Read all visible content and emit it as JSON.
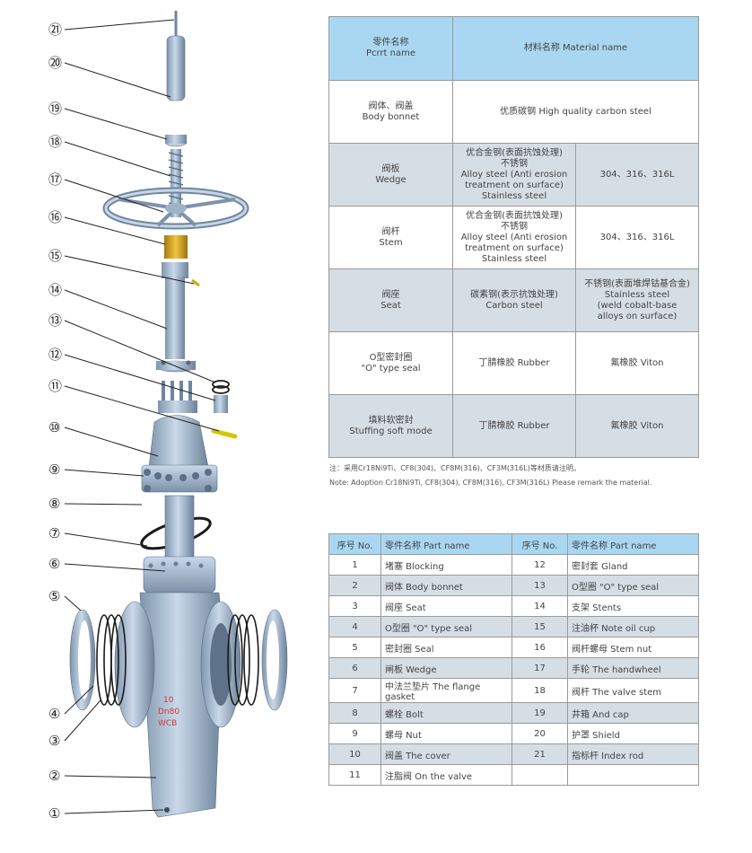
{
  "callouts": [
    "㉑",
    "⑳",
    "⑲",
    "⑱",
    "⑰",
    "⑯",
    "⑮",
    "⑭",
    "⑬",
    "⑫",
    "⑪",
    "⑩",
    "⑨",
    "⑧",
    "⑦",
    "⑥",
    "⑤",
    "④",
    "③",
    "②",
    "①"
  ],
  "valve_marking": [
    "10",
    "Dn80",
    "WCB"
  ],
  "material_table": {
    "header": {
      "part": [
        "零件名称",
        "Pcrrt name"
      ],
      "material": "材料名称  Material name"
    },
    "rows": [
      {
        "part": [
          "阀体、阀盖",
          "Body bonnet"
        ],
        "material": [
          "优质碳钢 High quality carbon steel"
        ]
      },
      {
        "part": [
          "阀板",
          "Wedge"
        ],
        "material": [
          "优合金钢(表面抗蚀处理)",
          "不锈钢",
          "Alloy steel (Anti erosion",
          "treatment on surface)",
          "Stainless steel"
        ],
        "alt": [
          "304、316、316L"
        ]
      },
      {
        "part": [
          "阀杆",
          "Stem"
        ],
        "material": [
          "优合金钢(表面抗蚀处理)",
          "不锈钢",
          "Alloy steel (Anti erosion",
          "treatment on surface)",
          "Stainless steel"
        ],
        "alt": [
          "304、316、316L"
        ]
      },
      {
        "part": [
          "阀座",
          "Seat"
        ],
        "material": [
          "碳素钢(表示抗蚀处理)",
          "Carbon steel"
        ],
        "alt": [
          "不锈钢(表面堆焊钴基合金)",
          "Stainless steel",
          "(weld cobalt-base",
          "alloys on surface)"
        ]
      },
      {
        "part": [
          "O型密封圈",
          "\"O\" type seal"
        ],
        "material": [
          "丁腈橡胶 Rubber"
        ],
        "alt": [
          "氟橡胶 Viton"
        ]
      },
      {
        "part": [
          "填料软密封",
          "Stuffing soft mode"
        ],
        "material": [
          "丁腈橡胶 Rubber"
        ],
        "alt": [
          "氟橡胶 Viton"
        ]
      }
    ]
  },
  "notes": [
    "注：采用Cr18Ni9Ti、CF8(304)、CF8M(316)、CF3M(316L)等材质请注明。",
    "Note: Adoption Cr18Ni9Ti, CF8(304), CF8M(316), CF3M(316L) Please remark the material."
  ],
  "parts_table": {
    "header": [
      "序号 No.",
      "零件名称 Part name",
      "序号 No.",
      "零件名称 Part name"
    ],
    "rows": [
      [
        "1",
        "堵塞 Blocking",
        "12",
        "密封套 Gland"
      ],
      [
        "2",
        "阀体 Body bonnet",
        "13",
        "O型圈  \"O\" type seal"
      ],
      [
        "3",
        "阀座 Seat",
        "14",
        "支架 Stents"
      ],
      [
        "4",
        "O型圈 \"O\" type seal",
        "15",
        "注油杯 Note oil cup"
      ],
      [
        "5",
        "密封圈 Seal",
        "16",
        "阀杆螺母 Stem nut"
      ],
      [
        "6",
        "闸板 Wedge",
        "17",
        "手轮 The handwheel"
      ],
      [
        "7",
        "中法兰垫片 The flange gasket",
        "18",
        "阀杆 The valve stem"
      ],
      [
        "8",
        "螺栓 Bolt",
        "19",
        "井箱 And cap"
      ],
      [
        "9",
        "螺母 Nut",
        "20",
        "护罩 Shield"
      ],
      [
        "10",
        "阀盖 The cover",
        "21",
        "指标杆 Index rod"
      ],
      [
        "11",
        "注脂阀 On the valve",
        "",
        ""
      ]
    ]
  }
}
